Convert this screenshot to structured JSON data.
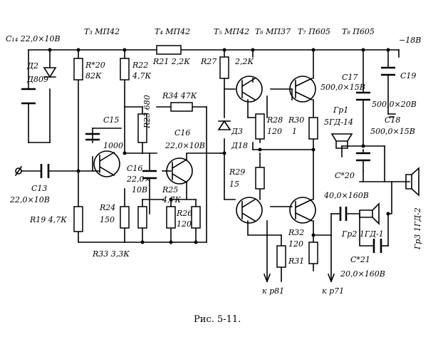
{
  "caption": "Рис. 5-11.",
  "labels": {
    "c14": "С₁₄ 22,0×10В",
    "t3": "Т₃ МП42",
    "t4": "Т₄ МП42",
    "t5": "Т₅ МП42",
    "t6": "Т₆ МП37",
    "t7": "Т₇ П605",
    "t8": "Т₈ П605",
    "vminus": "−18В",
    "r20": "R*20",
    "r20v": "82К",
    "r22": "R22",
    "r22v": "4,7К",
    "r21": "R21 2,2К",
    "r27": "R27",
    "r27v": "2,2К",
    "d2": "Д2",
    "d2type": "Д809",
    "r34": "R34 47К",
    "c15": "С15",
    "c15v": "1000",
    "r23": "R23 680",
    "c16": "С16",
    "c16v": "22,0×10В",
    "c17": "С17",
    "c17v": "500,0×15В",
    "c19": "С19",
    "c19v": "500,0×20В",
    "r28": "R28",
    "r28v": "120",
    "r30": "R30",
    "r30v": "1",
    "d3": "Д3",
    "d3type": "Д18",
    "gr1": "Гр1",
    "gr1type": "5ГД-14",
    "c18": "С18",
    "c18v": "500,0×15В",
    "c20": "С*20",
    "c20v": "40,0×160В",
    "gr3": "Гр3 1ГД-2",
    "gr2": "Гр2 1ГД-1",
    "c21": "С*21",
    "c21v": "20,0×160В",
    "c13": "С13",
    "c13v": "22,0×10В",
    "c16b": "С16",
    "c16bv": "22,0×",
    "c16bv2": "10В",
    "r19": "R19 4,7К",
    "r24": "R24",
    "r24v": "150",
    "r25": "R25",
    "r25v": "4,7К",
    "r26": "R26",
    "r26v": "120",
    "r29": "R29",
    "r29v": "15",
    "r32": "R32",
    "r32v": "120",
    "r31": "R31",
    "r33": "R33 3,3К",
    "kp1": "к р81",
    "kp2": "к р71"
  }
}
